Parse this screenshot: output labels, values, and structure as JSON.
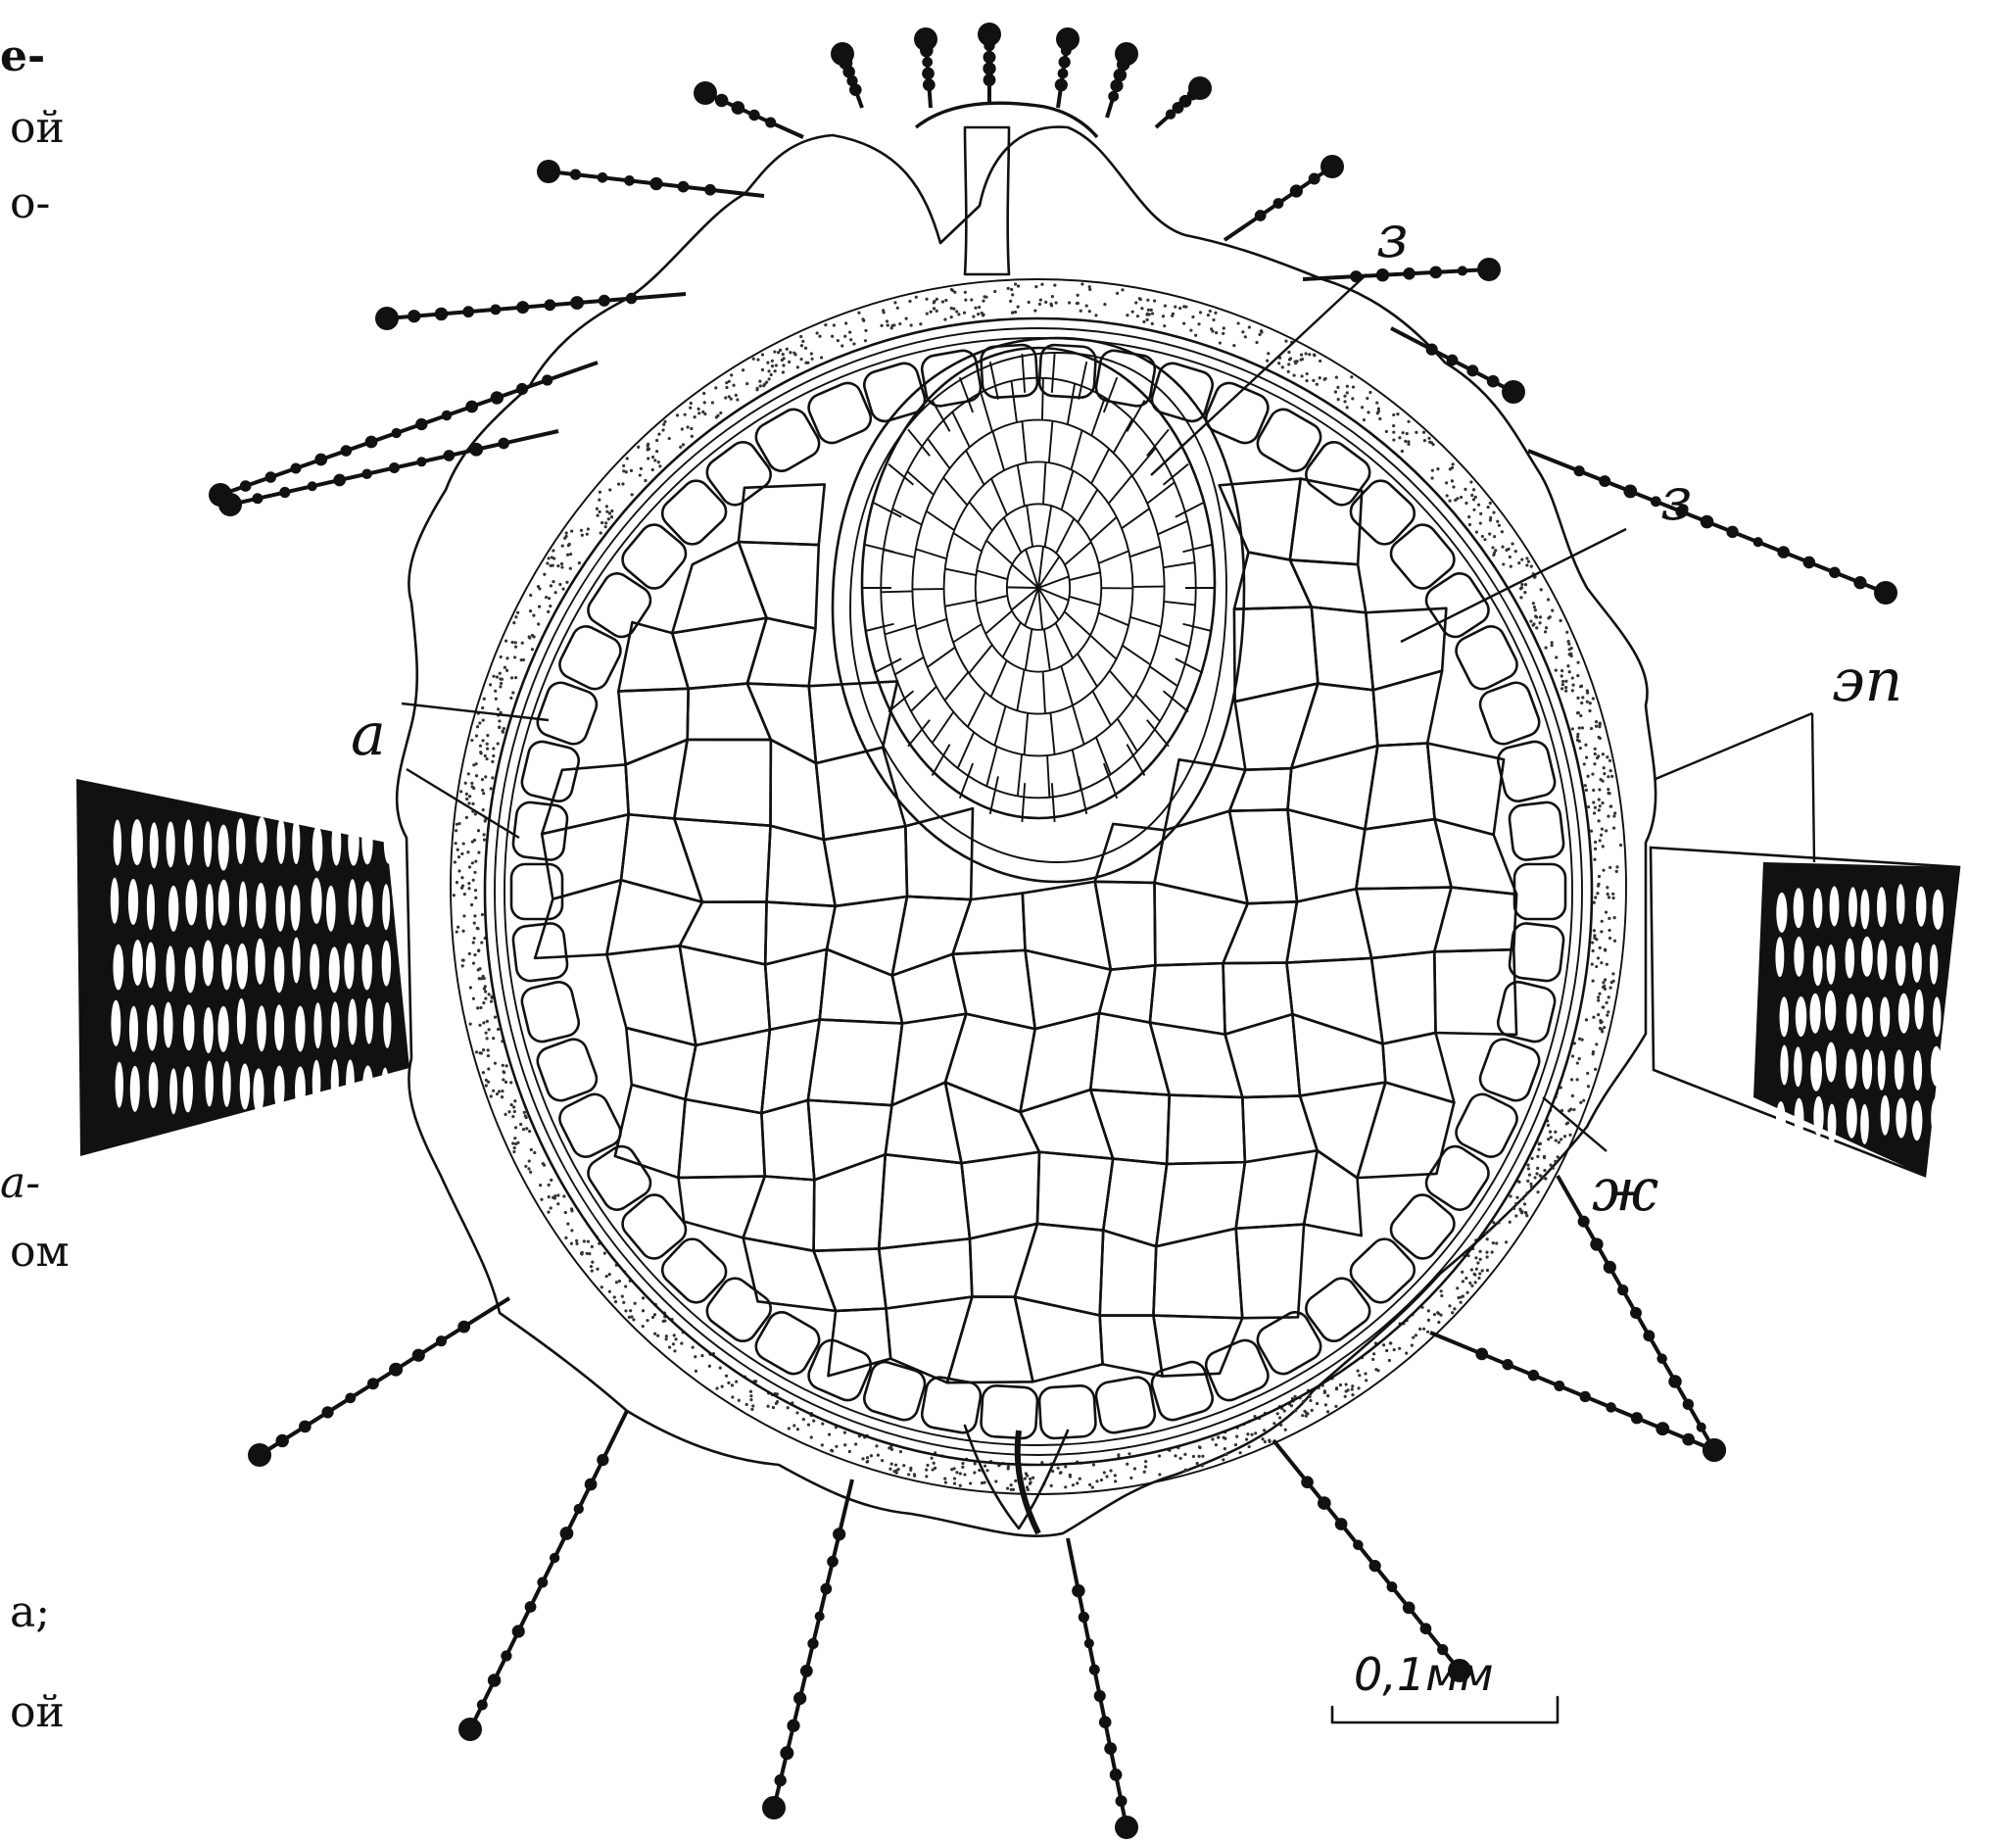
{
  "diagram": {
    "labels": {
      "z_top": "з",
      "z_right": "з",
      "a": "а",
      "ep": "эп",
      "zh": "ж"
    },
    "scale_bar": {
      "label": "0,1мм"
    },
    "margin_fragments": {
      "left_top": [
        "е-",
        "ой",
        "о-"
      ],
      "left_bottom": [
        "а-",
        "ом",
        "а;",
        "ой"
      ]
    }
  }
}
